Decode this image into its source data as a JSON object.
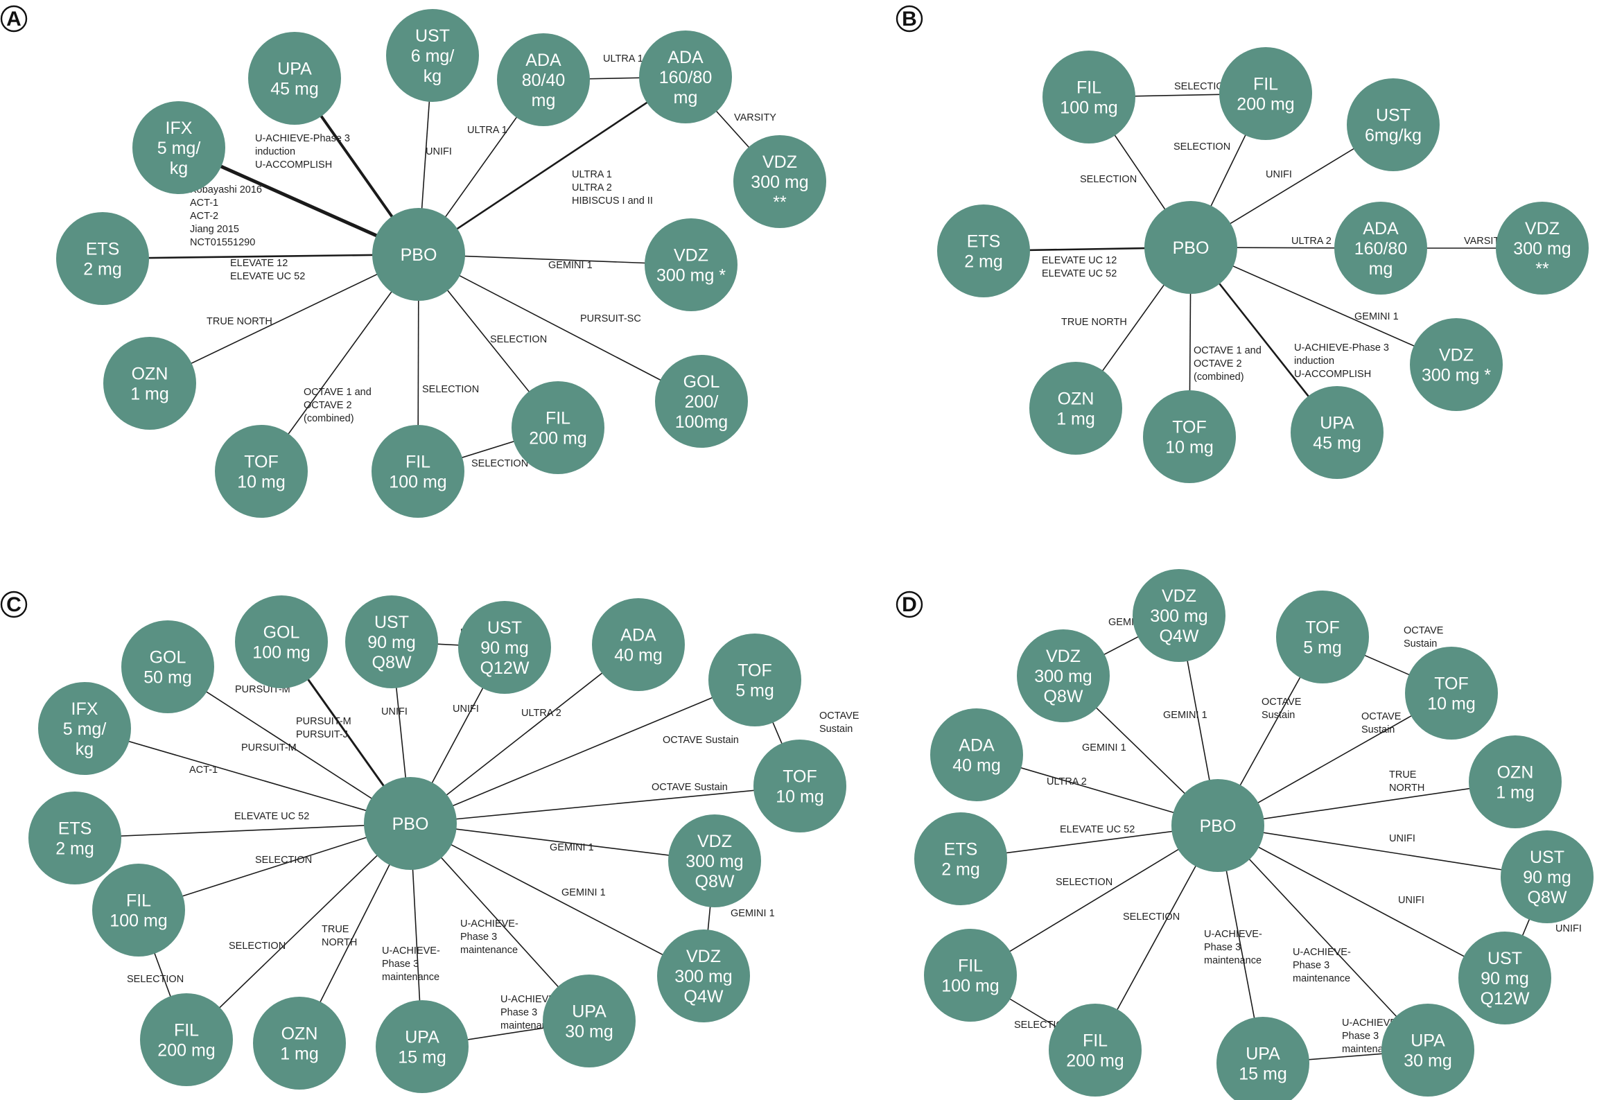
{
  "colors": {
    "node_fill": "#5a9183",
    "node_text": "#ffffff",
    "edge": "#1a1a1a",
    "label": "#222222"
  },
  "panels": [
    {
      "letter": "A",
      "nodes": {
        "pbo": [
          "PBO"
        ],
        "ups": [
          "UPA",
          "45 mg"
        ],
        "ust": [
          "UST",
          "6 mg/",
          "kg"
        ],
        "ada1": [
          "ADA",
          "80/40",
          "mg"
        ],
        "ada2": [
          "ADA",
          "160/80",
          "mg"
        ],
        "ifx": [
          "IFX",
          "5 mg/",
          "kg"
        ],
        "vdz2": [
          "VDZ",
          "300 mg",
          "**"
        ],
        "ets": [
          "ETS",
          "2 mg"
        ],
        "vdz1": [
          "VDZ",
          "300 mg *"
        ],
        "ozn": [
          "OZN",
          "1 mg"
        ],
        "gol": [
          "GOL",
          "200/",
          "100mg"
        ],
        "fil200": [
          "FIL",
          "200 mg"
        ],
        "tof": [
          "TOF",
          "10 mg"
        ],
        "fil100": [
          "FIL",
          "100 mg"
        ]
      },
      "labels": {
        "upa": [
          "U-ACHIEVE-Phase 3",
          "induction",
          "U-ACCOMPLISH"
        ],
        "unifi": [
          "UNIFI"
        ],
        "ultra1a": [
          "ULTRA 1"
        ],
        "ultra1b": [
          "ULTRA 1"
        ],
        "varsity": [
          "VARSITY"
        ],
        "ifx": [
          "Kobayashi 2016",
          "ACT-1",
          "ACT-2",
          "Jiang 2015",
          "NCT01551290"
        ],
        "ada2": [
          "ULTRA 1",
          "ULTRA 2",
          "HIBISCUS I and II"
        ],
        "ets": [
          "ELEVATE 12",
          "ELEVATE UC 52"
        ],
        "gemini": [
          "GEMINI 1"
        ],
        "ozn": [
          "TRUE NORTH"
        ],
        "pursuit": [
          "PURSUIT-SC"
        ],
        "selfil200": [
          "SELECTION"
        ],
        "tof": [
          "OCTAVE 1 and",
          "OCTAVE 2",
          "(combined)"
        ],
        "selfil100": [
          "SELECTION"
        ],
        "selfilfil": [
          "SELECTION"
        ]
      }
    },
    {
      "letter": "B",
      "nodes": {
        "fil100": [
          "FIL",
          "100 mg"
        ],
        "fil200": [
          "FIL",
          "200 mg"
        ],
        "ust": [
          "UST",
          "6mg/kg"
        ],
        "ets": [
          "ETS",
          "2 mg"
        ],
        "pbo": [
          "PBO"
        ],
        "ada": [
          "ADA",
          "160/80",
          "mg"
        ],
        "vdz2": [
          "VDZ",
          "300 mg",
          "**"
        ],
        "vdz1": [
          "VDZ",
          "300 mg *"
        ],
        "ozn": [
          "OZN",
          "1 mg"
        ],
        "tof": [
          "TOF",
          "10 mg"
        ],
        "upa": [
          "UPA",
          "45 mg"
        ]
      },
      "labels": {
        "selfilfil": [
          "SELECTION"
        ],
        "selfil200": [
          "SELECTION"
        ],
        "selfil100": [
          "SELECTION"
        ],
        "unifi": [
          "UNIFI"
        ],
        "ets": [
          "ELEVATE UC 12",
          "ELEVATE UC 52"
        ],
        "ultra2": [
          "ULTRA 2"
        ],
        "varsity": [
          "VARSITY"
        ],
        "gemini": [
          "GEMINI 1"
        ],
        "ozn": [
          "TRUE NORTH"
        ],
        "tof": [
          "OCTAVE 1 and",
          "OCTAVE 2",
          "(combined)"
        ],
        "upa": [
          "U-ACHIEVE-Phase 3",
          "induction",
          "U-ACCOMPLISH"
        ]
      }
    },
    {
      "letter": "C",
      "nodes": {
        "gol50": [
          "GOL",
          "50 mg"
        ],
        "gol100": [
          "GOL",
          "100 mg"
        ],
        "ust8": [
          "UST",
          "90 mg",
          "Q8W"
        ],
        "ust12": [
          "UST",
          "90 mg",
          "Q12W"
        ],
        "ada": [
          "ADA",
          "40 mg"
        ],
        "tof5": [
          "TOF",
          "5 mg"
        ],
        "ifx": [
          "IFX",
          "5 mg/",
          "kg"
        ],
        "tof10": [
          "TOF",
          "10 mg"
        ],
        "ets": [
          "ETS",
          "2 mg"
        ],
        "pbo": [
          "PBO"
        ],
        "vdz8": [
          "VDZ",
          "300 mg",
          "Q8W"
        ],
        "fil100": [
          "FIL",
          "100 mg"
        ],
        "vdz4": [
          "VDZ",
          "300 mg",
          "Q4W"
        ],
        "fil200": [
          "FIL",
          "200 mg"
        ],
        "ozn": [
          "OZN",
          "1 mg"
        ],
        "upa15": [
          "UPA",
          "15 mg"
        ],
        "upa30": [
          "UPA",
          "30 mg"
        ]
      },
      "labels": {
        "unifitop": [
          "UNIFI"
        ],
        "pursuitm": [
          "PURSUIT-M"
        ],
        "pursuitmj": [
          "PURSUIT-M",
          "PURSUIT-J"
        ],
        "unifi8": [
          "UNIFI"
        ],
        "unifi12": [
          "UNIFI"
        ],
        "ultra2": [
          "ULTRA 2"
        ],
        "octtof": [
          "OCTAVE",
          "Sustain"
        ],
        "octs5": [
          "OCTAVE Sustain"
        ],
        "pursuitm2": [
          "PURSUIT-M"
        ],
        "act1": [
          "ACT-1"
        ],
        "octs10": [
          "OCTAVE Sustain"
        ],
        "ets": [
          "ELEVATE UC 52"
        ],
        "gemini8": [
          "GEMINI 1"
        ],
        "selfil100": [
          "SELECTION"
        ],
        "gemini4": [
          "GEMINI 1"
        ],
        "geminivv": [
          "GEMINI 1"
        ],
        "selfil200": [
          "SELECTION"
        ],
        "ozn": [
          "TRUE",
          "NORTH"
        ],
        "upa30": [
          "U-ACHIEVE-",
          "Phase 3",
          "maintenance"
        ],
        "upa15": [
          "U-ACHIEVE-",
          "Phase 3",
          "maintenance"
        ],
        "selfilfil": [
          "SELECTION"
        ],
        "upaupa": [
          "U-ACHIEVE-",
          "Phase 3",
          "maintenance"
        ]
      }
    },
    {
      "letter": "D",
      "nodes": {
        "vdz4": [
          "VDZ",
          "300 mg",
          "Q4W"
        ],
        "tof5": [
          "TOF",
          "5 mg"
        ],
        "vdz8": [
          "VDZ",
          "300 mg",
          "Q8W"
        ],
        "tof10": [
          "TOF",
          "10 mg"
        ],
        "ada": [
          "ADA",
          "40 mg"
        ],
        "ozn": [
          "OZN",
          "1 mg"
        ],
        "pbo": [
          "PBO"
        ],
        "ets": [
          "ETS",
          "2 mg"
        ],
        "ust8": [
          "UST",
          "90 mg",
          "Q8W"
        ],
        "fil100": [
          "FIL",
          "100 mg"
        ],
        "ust12": [
          "UST",
          "90 mg",
          "Q12W"
        ],
        "fil200": [
          "FIL",
          "200 mg"
        ],
        "upa15": [
          "UPA",
          "15 mg"
        ],
        "upa30": [
          "UPA",
          "30 mg"
        ]
      },
      "labels": {
        "geminivv": [
          "GEMINI 1"
        ],
        "octtof": [
          "OCTAVE",
          "Sustain"
        ],
        "gemini4": [
          "GEMINI 1"
        ],
        "octs5": [
          "OCTAVE",
          "Sustain"
        ],
        "octs10": [
          "OCTAVE",
          "Sustain"
        ],
        "gemini8": [
          "GEMINI 1"
        ],
        "ultra2": [
          "ULTRA 2"
        ],
        "ozn": [
          "TRUE",
          "NORTH"
        ],
        "ets": [
          "ELEVATE UC 52"
        ],
        "unifi8": [
          "UNIFI"
        ],
        "selfil100": [
          "SELECTION"
        ],
        "unifi12": [
          "UNIFI"
        ],
        "unifiuu": [
          "UNIFI"
        ],
        "selfil200": [
          "SELECTION"
        ],
        "upa15": [
          "U-ACHIEVE-",
          "Phase 3",
          "maintenance"
        ],
        "upa30": [
          "U-ACHIEVE-",
          "Phase 3",
          "maintenance"
        ],
        "selfilfil": [
          "SELECTION"
        ],
        "upaupa": [
          "U-ACHIEVE-",
          "Phase 3",
          "maintenance"
        ]
      }
    }
  ]
}
